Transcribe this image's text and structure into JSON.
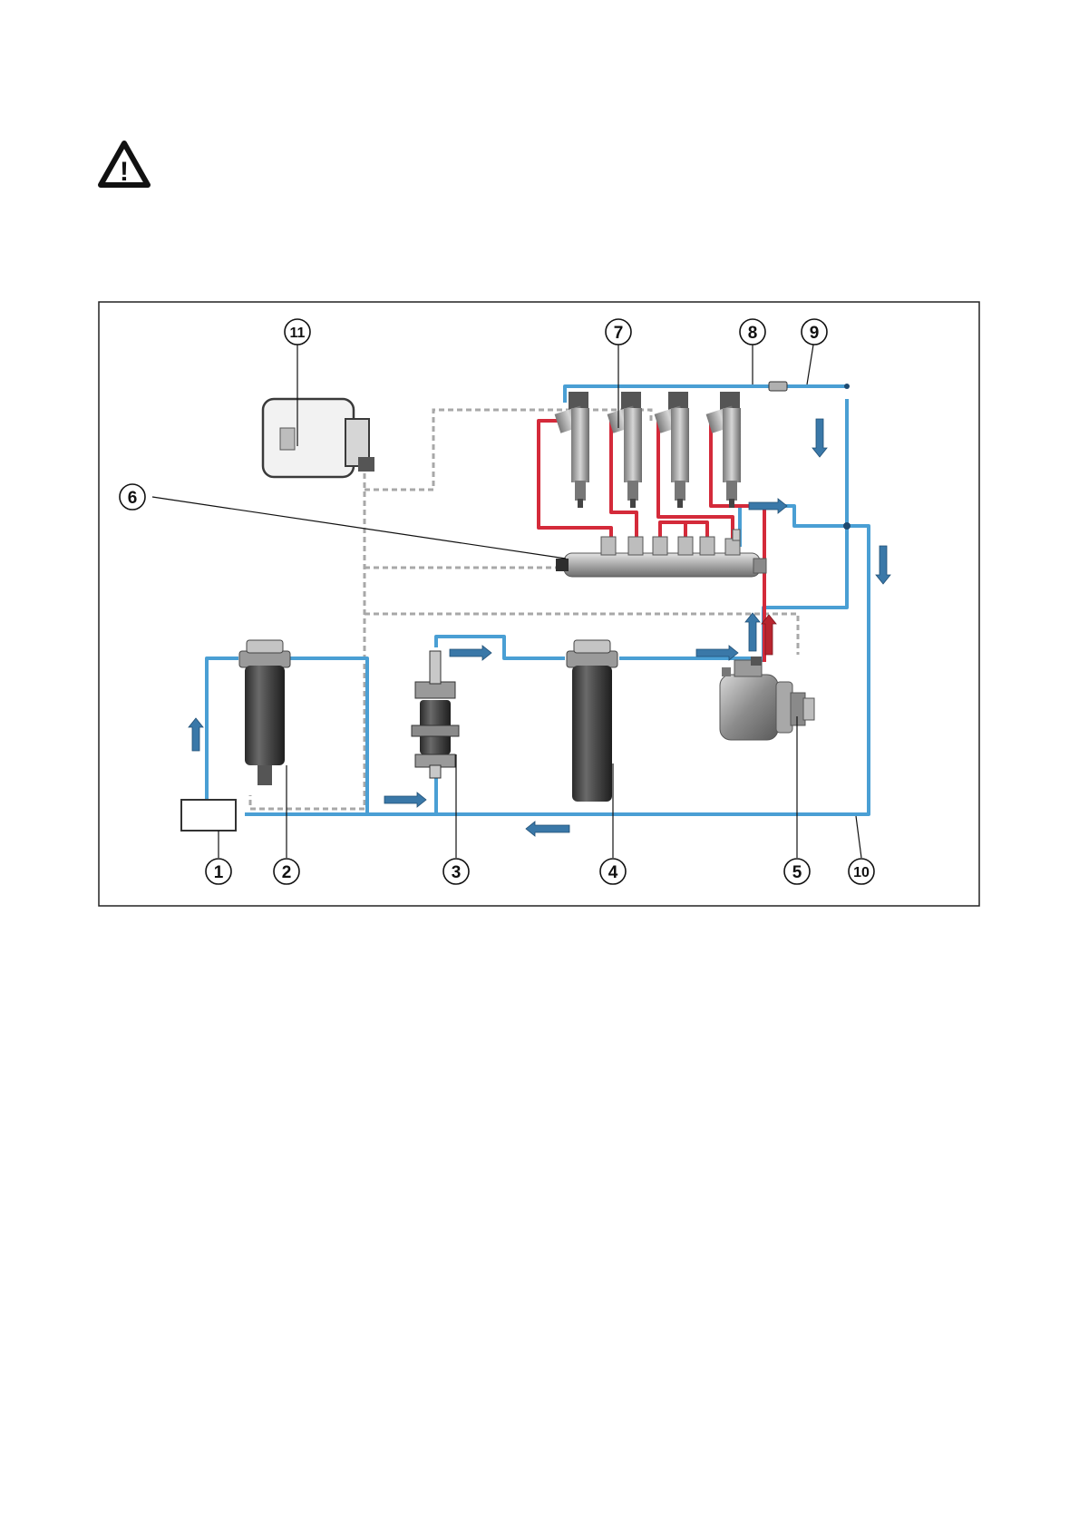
{
  "warning": {
    "icon": "warning-triangle-icon",
    "glyph": "!"
  },
  "diagram": {
    "callouts": [
      {
        "id": "1",
        "label": "1"
      },
      {
        "id": "2",
        "label": "2"
      },
      {
        "id": "3",
        "label": "3"
      },
      {
        "id": "4",
        "label": "4"
      },
      {
        "id": "5",
        "label": "5"
      },
      {
        "id": "6",
        "label": "6"
      },
      {
        "id": "7",
        "label": "7"
      },
      {
        "id": "8",
        "label": "8"
      },
      {
        "id": "9",
        "label": "9"
      },
      {
        "id": "10",
        "label": "10"
      },
      {
        "id": "11",
        "label": "11"
      }
    ],
    "colors": {
      "low_pressure_line": "#4a9fd4",
      "high_pressure_line": "#d42a3a",
      "electrical_line": "#a8a8a8",
      "flow_arrow": "#3a78a8",
      "component_dark": "#3a3a3a",
      "frame": "#222222"
    }
  }
}
